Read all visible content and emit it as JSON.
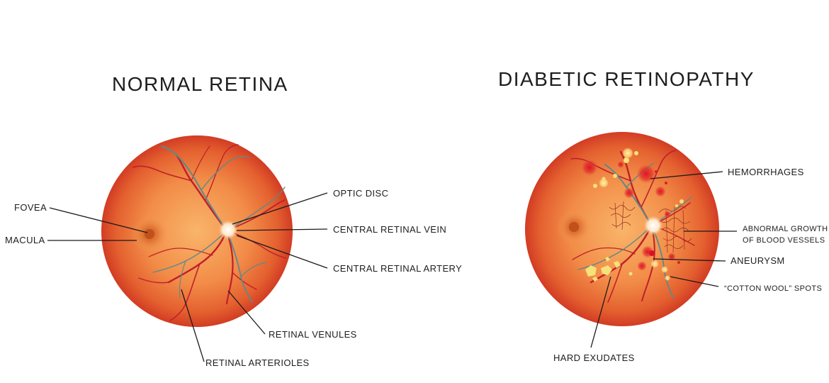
{
  "titles": {
    "normal": "NORMAL RETINA",
    "diabetic": "DIABETIC RETINOPATHY"
  },
  "normal_labels": {
    "fovea": "FOVEA",
    "macula": "MACULA",
    "optic_disc": "OPTIC DISC",
    "central_retinal_vein": "CENTRAL RETINAL VEIN",
    "central_retinal_artery": "CENTRAL RETINAL ARTERY",
    "retinal_venules": "RETINAL VENULES",
    "retinal_arterioles": "RETINAL ARTERIOLES"
  },
  "diabetic_labels": {
    "hemorrhages": "HEMORRHAGES",
    "abnormal_growth_line1": "ABNORMAL GROWTH",
    "abnormal_growth_line2": "OF BLOOD VESSELS",
    "aneurysm": "ANEURYSM",
    "cotton_wool_spots": "“COTTON WOOL” SPOTS",
    "hard_exudates": "HARD EXUDATES"
  },
  "colors": {
    "retina_center": "#f7a35a",
    "retina_edge": "#d9442a",
    "vessel_red": "#c0202a",
    "vessel_teal": "#5d8a8a",
    "exudate": "#f6e27a",
    "leader": "#1a1a1a"
  }
}
